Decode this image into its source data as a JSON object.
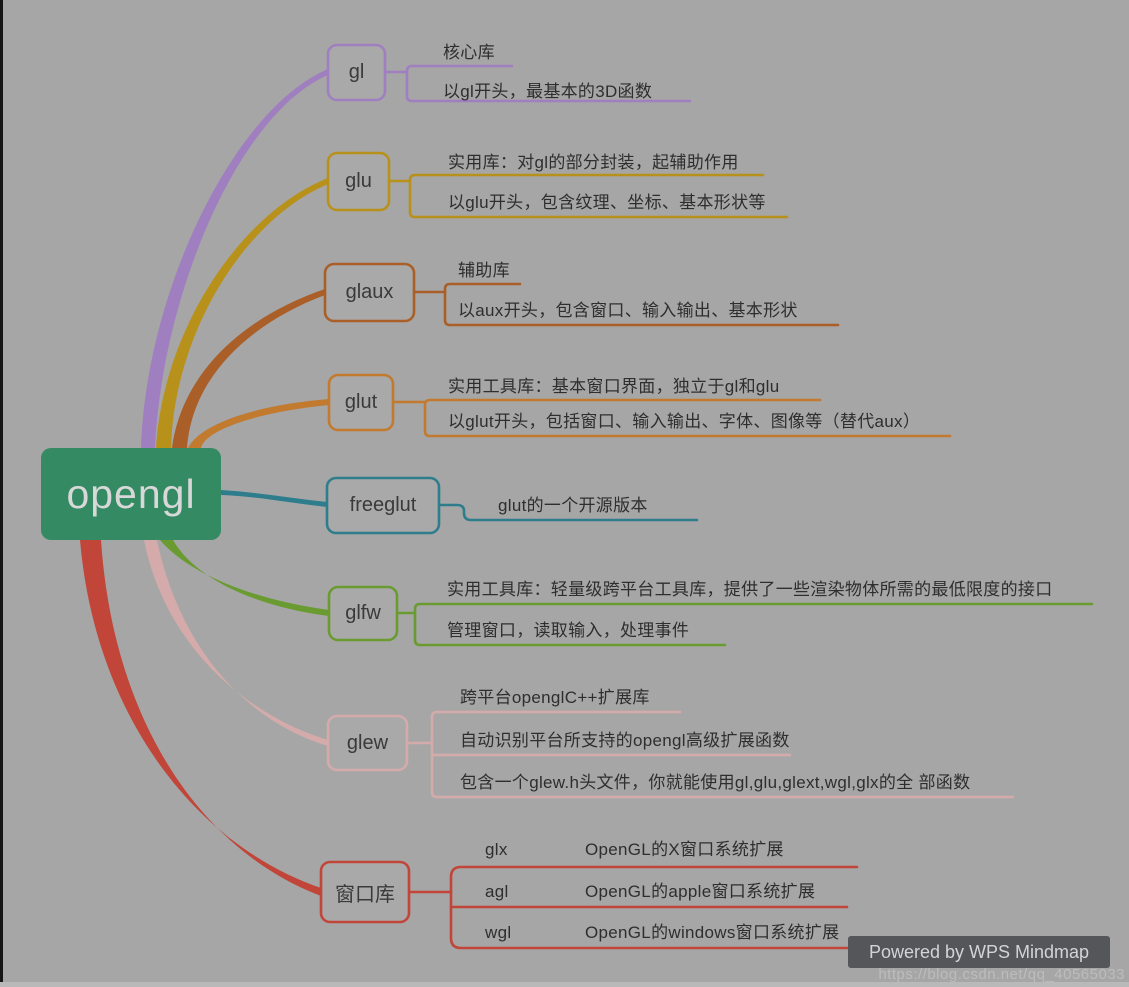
{
  "canvas": {
    "background": "#a6a6a6"
  },
  "root": {
    "label": "opengl",
    "fill": "#348a63",
    "text_color": "#d8d8d8"
  },
  "branches": [
    {
      "label": "gl",
      "color": "#a07fc0",
      "children": [
        {
          "text": "核心库"
        },
        {
          "text": "以gl开头，最基本的3D函数"
        }
      ]
    },
    {
      "label": "glu",
      "color": "#b8911b",
      "children": [
        {
          "text": "实用库：对gl的部分封装，起辅助作用"
        },
        {
          "text": "以glu开头，包含纹理、坐标、基本形状等"
        }
      ]
    },
    {
      "label": "glaux",
      "color": "#a95f27",
      "children": [
        {
          "text": "辅助库"
        },
        {
          "text": "以aux开头，包含窗口、输入输出、基本形状"
        }
      ]
    },
    {
      "label": "glut",
      "color": "#c17a2e",
      "children": [
        {
          "text": "实用工具库：基本窗口界面，独立于gl和glu"
        },
        {
          "text": "以glut开头，包括窗口、输入输出、字体、图像等（替代aux）"
        }
      ]
    },
    {
      "label": "freeglut",
      "color": "#2e7d8c",
      "children": [
        {
          "text": "glut的一个开源版本"
        }
      ]
    },
    {
      "label": "glfw",
      "color": "#6a9b30",
      "children": [
        {
          "text": "实用工具库：轻量级跨平台工具库，提供了一些渲染物体所需的最低限度的接口"
        },
        {
          "text": "管理窗口，读取输入，处理事件"
        }
      ]
    },
    {
      "label": "glew",
      "color": "#d4abaa",
      "children": [
        {
          "text": "跨平台openglC++扩展库"
        },
        {
          "text": "自动识别平台所支持的opengl高级扩展函数"
        },
        {
          "text": "包含一个glew.h头文件，你就能使用gl,glu,glext,wgl,glx的全 部函数"
        }
      ]
    },
    {
      "label": "窗口库",
      "color": "#c14539",
      "children": [
        {
          "name": "glx",
          "text": "OpenGL的X窗口系统扩展"
        },
        {
          "name": "agl",
          "text": "OpenGL的apple窗口系统扩展"
        },
        {
          "name": "wgl",
          "text": "OpenGL的windows窗口系统扩展"
        }
      ]
    }
  ],
  "watermark": {
    "label": "Powered by WPS Mindmap",
    "bg": "#55565a",
    "url": "https://blog.csdn.net/qq_40565033"
  }
}
